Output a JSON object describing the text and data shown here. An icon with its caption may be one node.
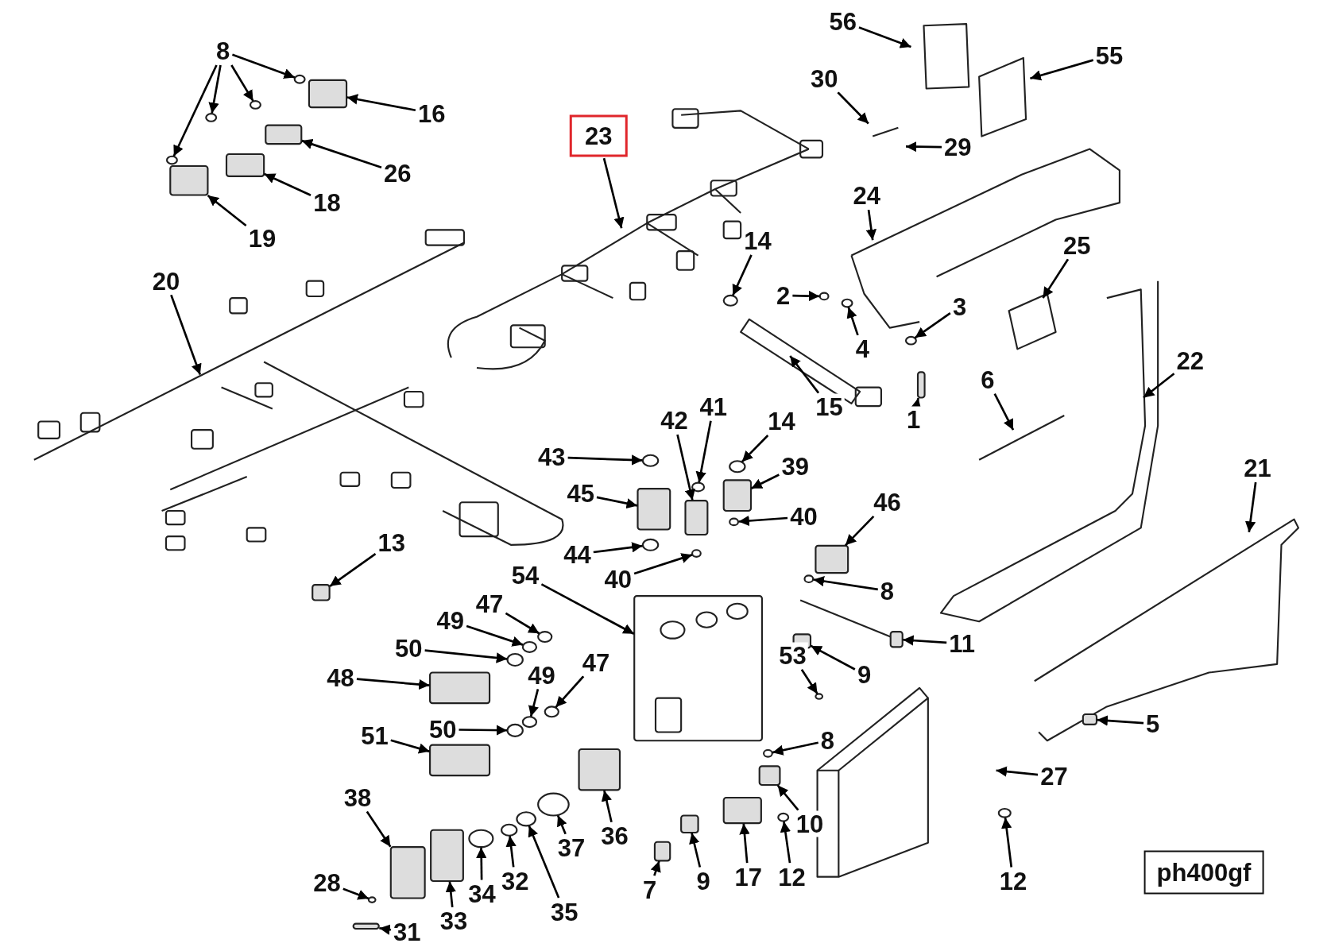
{
  "diagram": {
    "nodes": [
      {
        "text": [
          "8"
        ]
      },
      {
        "text": [
          "56"
        ]
      },
      {
        "text": [
          "55"
        ]
      },
      {
        "text": [
          "30"
        ]
      },
      {
        "text": [
          "16"
        ]
      },
      {
        "text": [
          "23"
        ]
      },
      {
        "text": [
          "29"
        ]
      },
      {
        "text": [
          "26"
        ]
      },
      {
        "text": [
          "24"
        ]
      },
      {
        "text": [
          "18"
        ]
      },
      {
        "text": [
          "19"
        ]
      },
      {
        "text": [
          "14"
        ]
      },
      {
        "text": [
          "25"
        ]
      },
      {
        "text": [
          "20"
        ]
      },
      {
        "text": [
          "2"
        ]
      },
      {
        "text": [
          "3"
        ]
      },
      {
        "text": [
          "4"
        ]
      },
      {
        "text": [
          "22"
        ]
      },
      {
        "text": [
          "6"
        ]
      },
      {
        "text": [
          "15"
        ]
      },
      {
        "text": [
          "1"
        ]
      },
      {
        "text": [
          "41"
        ]
      },
      {
        "text": [
          "14"
        ]
      },
      {
        "text": [
          "42"
        ]
      },
      {
        "text": [
          "43"
        ]
      },
      {
        "text": [
          "39"
        ]
      },
      {
        "text": [
          "21"
        ]
      },
      {
        "text": [
          "45"
        ]
      },
      {
        "text": [
          "46"
        ]
      },
      {
        "text": [
          "40"
        ]
      },
      {
        "text": [
          "13"
        ]
      },
      {
        "text": [
          "44"
        ]
      },
      {
        "text": [
          "54"
        ]
      },
      {
        "text": [
          "40"
        ]
      },
      {
        "text": [
          "8"
        ]
      },
      {
        "text": [
          "47"
        ]
      },
      {
        "text": [
          "49"
        ]
      },
      {
        "text": [
          "11"
        ]
      },
      {
        "text": [
          "50"
        ]
      },
      {
        "text": [
          "53"
        ]
      },
      {
        "text": [
          "47"
        ]
      },
      {
        "text": [
          "9"
        ]
      },
      {
        "text": [
          "49"
        ]
      },
      {
        "text": [
          "48"
        ]
      },
      {
        "text": [
          "5"
        ]
      },
      {
        "text": [
          "50"
        ]
      },
      {
        "text": [
          "51"
        ]
      },
      {
        "text": [
          "8"
        ]
      },
      {
        "text": [
          "27"
        ]
      },
      {
        "text": [
          "38"
        ]
      },
      {
        "text": [
          "10"
        ]
      },
      {
        "text": [
          "36"
        ]
      },
      {
        "text": [
          "37"
        ]
      },
      {
        "text": [
          "ph400gf"
        ]
      },
      {
        "text": [
          "32"
        ]
      },
      {
        "text": [
          "9"
        ]
      },
      {
        "text": [
          "17"
        ]
      },
      {
        "text": [
          "12"
        ]
      },
      {
        "text": [
          "12"
        ]
      },
      {
        "text": [
          "28"
        ]
      },
      {
        "text": [
          "7"
        ]
      },
      {
        "text": [
          "34"
        ]
      },
      {
        "text": [
          "35"
        ]
      },
      {
        "text": [
          "33"
        ]
      },
      {
        "text": [
          "31"
        ]
      },
      {
        "text": [],
        "shape": "circle"
      },
      {
        "text": [],
        "shape": "circle"
      },
      {
        "text": [],
        "shape": "circle"
      },
      {
        "text": [],
        "shape": "circle"
      },
      {
        "text": [],
        "shape": "box"
      },
      {
        "text": [],
        "shape": "box"
      },
      {
        "text": [],
        "shape": "box"
      },
      {
        "text": [],
        "shape": "box"
      },
      {
        "text": [],
        "shape": "circle"
      },
      {
        "text": [],
        "shape": "circle"
      },
      {
        "text": [],
        "shape": "circle"
      },
      {
        "text": [],
        "shape": "circle"
      },
      {
        "text": [],
        "shape": "box"
      },
      {
        "text": [],
        "shape": "circle"
      },
      {
        "text": [],
        "shape": "circle"
      },
      {
        "text": [],
        "shape": "box"
      },
      {
        "text": [],
        "shape": "circle"
      },
      {
        "text": [],
        "shape": "box"
      },
      {
        "text": [],
        "shape": "box"
      },
      {
        "text": [],
        "shape": "box"
      },
      {
        "text": [],
        "shape": "circle"
      },
      {
        "text": [],
        "shape": "box"
      },
      {
        "text": [],
        "shape": "circle"
      },
      {
        "text": [],
        "shape": "circle"
      },
      {
        "text": [],
        "shape": "circle"
      },
      {
        "text": [],
        "shape": "circle"
      },
      {
        "text": [],
        "shape": "circle"
      },
      {
        "text": [],
        "shape": "box"
      },
      {
        "text": [],
        "shape": "circle"
      },
      {
        "text": [],
        "shape": "circle"
      },
      {
        "text": [],
        "shape": "circle"
      },
      {
        "text": [],
        "shape": "box"
      },
      {
        "text": [],
        "shape": "circle"
      },
      {
        "text": [],
        "shape": "box"
      },
      {
        "text": [],
        "shape": "box"
      },
      {
        "text": [],
        "shape": "circle"
      },
      {
        "text": [],
        "shape": "box"
      },
      {
        "text": [],
        "shape": "circle"
      },
      {
        "text": [],
        "shape": "box"
      },
      {
        "text": [],
        "shape": "box"
      },
      {
        "text": [],
        "shape": "box"
      },
      {
        "text": [],
        "shape": "circle"
      },
      {
        "text": [],
        "shape": "circle"
      },
      {
        "text": [],
        "shape": "box"
      },
      {
        "text": [],
        "shape": "box"
      },
      {
        "text": [],
        "shape": "circle"
      },
      {
        "text": [],
        "shape": "circle"
      },
      {
        "text": [],
        "shape": "circle"
      },
      {
        "text": [],
        "shape": "box"
      },
      {
        "text": [],
        "shape": "circle"
      },
      {
        "text": [],
        "shape": "circle"
      },
      {
        "text": [],
        "shape": "box"
      },
      {
        "text": [],
        "shape": "box"
      },
      {
        "text": [],
        "shape": "box"
      }
    ],
    "edges": [
      {
        "from": 0,
        "to": 65,
        "arrow": "to"
      },
      {
        "from": 0,
        "to": 66,
        "arrow": "to"
      },
      {
        "from": 0,
        "to": 67,
        "arrow": "to"
      },
      {
        "from": 0,
        "to": 68,
        "arrow": "to"
      },
      {
        "from": 1,
        "to": null,
        "arrow": "to"
      },
      {
        "from": 2,
        "to": null,
        "arrow": "to"
      },
      {
        "from": 3,
        "to": null,
        "arrow": "to"
      },
      {
        "from": 4,
        "to": 69,
        "arrow": "to"
      },
      {
        "from": 5,
        "to": null,
        "arrow": "to"
      },
      {
        "from": 6,
        "to": null,
        "arrow": "to"
      },
      {
        "from": 7,
        "to": 70,
        "arrow": "to"
      },
      {
        "from": 8,
        "to": null,
        "arrow": "to"
      },
      {
        "from": 9,
        "to": 71,
        "arrow": "to"
      },
      {
        "from": 10,
        "to": 72,
        "arrow": "to"
      },
      {
        "from": 11,
        "to": 73,
        "arrow": "to"
      },
      {
        "from": 12,
        "to": null,
        "arrow": "to"
      },
      {
        "from": 13,
        "to": null,
        "arrow": "to"
      },
      {
        "from": 14,
        "to": 74,
        "arrow": "to"
      },
      {
        "from": 15,
        "to": 75,
        "arrow": "to"
      },
      {
        "from": 16,
        "to": 76,
        "arrow": "to"
      },
      {
        "from": 17,
        "to": null,
        "arrow": "to"
      },
      {
        "from": 18,
        "to": null,
        "arrow": "to"
      },
      {
        "from": 19,
        "to": null,
        "arrow": "to"
      },
      {
        "from": 20,
        "to": 77,
        "arrow": "to"
      },
      {
        "from": 21,
        "to": 78,
        "arrow": "to"
      },
      {
        "from": 22,
        "to": 79,
        "arrow": "to"
      },
      {
        "from": 23,
        "to": 80,
        "arrow": "to"
      },
      {
        "from": 24,
        "to": 81,
        "arrow": "to"
      },
      {
        "from": 25,
        "to": 82,
        "arrow": "to"
      },
      {
        "from": 26,
        "to": null,
        "arrow": "to"
      },
      {
        "from": 27,
        "to": 83,
        "arrow": "to"
      },
      {
        "from": 28,
        "to": 84,
        "arrow": "to"
      },
      {
        "from": 29,
        "to": 85,
        "arrow": "to"
      },
      {
        "from": 30,
        "to": 86,
        "arrow": "to"
      },
      {
        "from": 31,
        "to": 87,
        "arrow": "to"
      },
      {
        "from": 32,
        "to": 118,
        "arrow": "to"
      },
      {
        "from": 33,
        "to": 88,
        "arrow": "to"
      },
      {
        "from": 34,
        "to": 89,
        "arrow": "to"
      },
      {
        "from": 35,
        "to": 90,
        "arrow": "to"
      },
      {
        "from": 36,
        "to": 91,
        "arrow": "to"
      },
      {
        "from": 37,
        "to": 92,
        "arrow": "to"
      },
      {
        "from": 38,
        "to": 93,
        "arrow": "to"
      },
      {
        "from": 39,
        "to": 94,
        "arrow": "to"
      },
      {
        "from": 40,
        "to": 95,
        "arrow": "to"
      },
      {
        "from": 41,
        "to": 96,
        "arrow": "to"
      },
      {
        "from": 42,
        "to": 97,
        "arrow": "to"
      },
      {
        "from": 43,
        "to": 98,
        "arrow": "to"
      },
      {
        "from": 44,
        "to": 99,
        "arrow": "to"
      },
      {
        "from": 45,
        "to": 100,
        "arrow": "to"
      },
      {
        "from": 46,
        "to": 101,
        "arrow": "to"
      },
      {
        "from": 47,
        "to": 102,
        "arrow": "to"
      },
      {
        "from": 48,
        "to": null,
        "arrow": "to"
      },
      {
        "from": 49,
        "to": 103,
        "arrow": "to"
      },
      {
        "from": 50,
        "to": 104,
        "arrow": "to"
      },
      {
        "from": 51,
        "to": 105,
        "arrow": "to"
      },
      {
        "from": 52,
        "to": 106,
        "arrow": "to"
      },
      {
        "from": 54,
        "to": 107,
        "arrow": "to"
      },
      {
        "from": 55,
        "to": 108,
        "arrow": "to"
      },
      {
        "from": 56,
        "to": 109,
        "arrow": "to"
      },
      {
        "from": 57,
        "to": 110,
        "arrow": "to"
      },
      {
        "from": 58,
        "to": 111,
        "arrow": "to"
      },
      {
        "from": 59,
        "to": 112,
        "arrow": "to"
      },
      {
        "from": 60,
        "to": 113,
        "arrow": "to"
      },
      {
        "from": 61,
        "to": 114,
        "arrow": "to"
      },
      {
        "from": 62,
        "to": 115,
        "arrow": "to"
      },
      {
        "from": 63,
        "to": 116,
        "arrow": "to"
      },
      {
        "from": 64,
        "to": 117,
        "arrow": "to"
      }
    ]
  }
}
